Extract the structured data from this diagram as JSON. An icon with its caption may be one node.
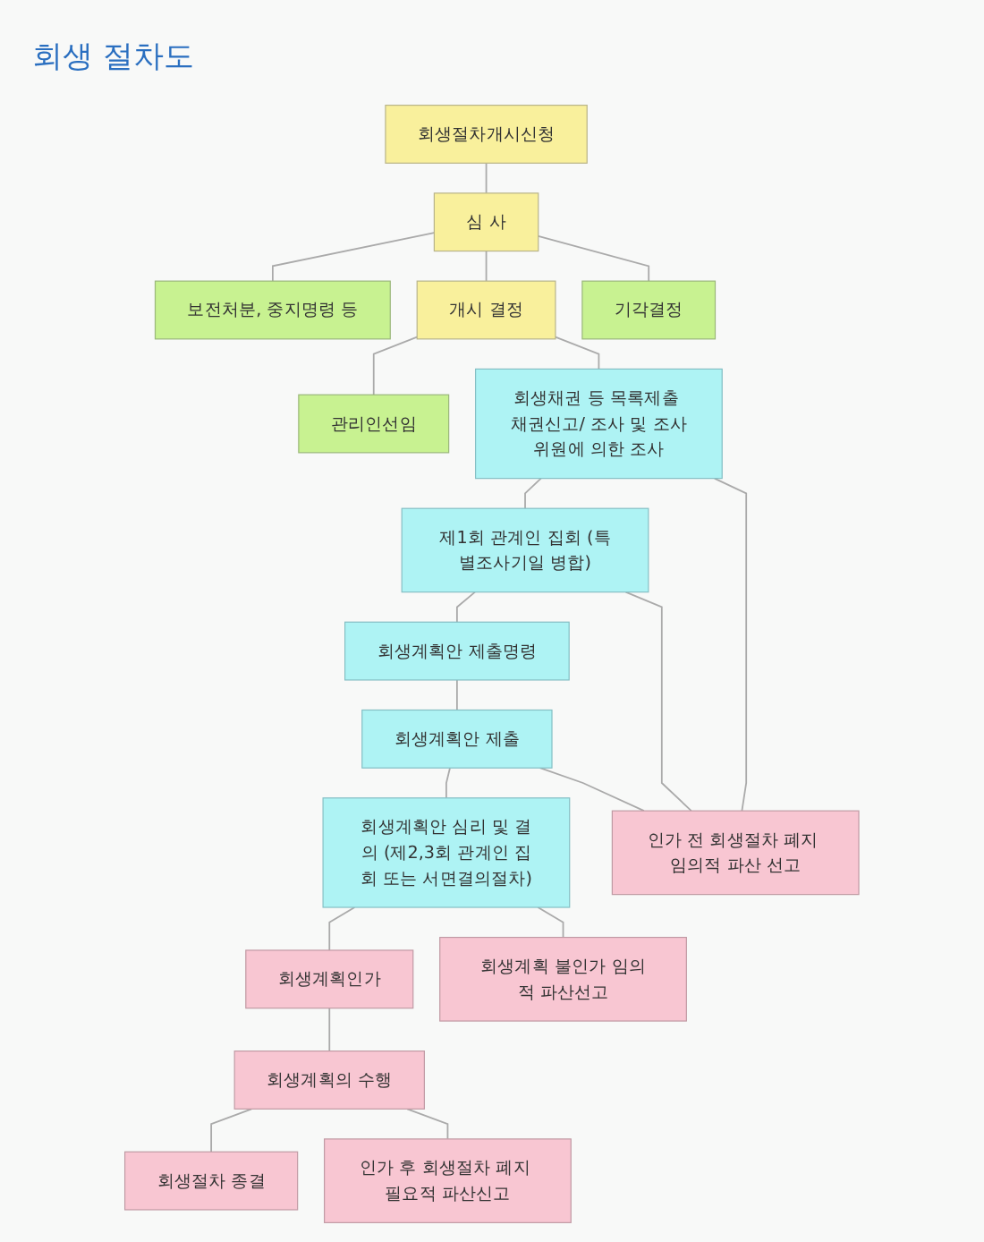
{
  "diagram": {
    "title": "회생 절차도",
    "nodes": [
      {
        "text": [
          "회생절차개시신청"
        ]
      },
      {
        "text": [
          "심 사"
        ]
      },
      {
        "text": [
          "보전처분, 중지명령 등"
        ]
      },
      {
        "text": [
          "관리인선임"
        ]
      },
      {
        "text": [
          "개시 결정"
        ]
      },
      {
        "text": [
          "기각결정"
        ]
      },
      {
        "text": [
          "회생채권 등 목록제출 채권신고/ 조사 및 조사위원에 의한 조사"
        ]
      },
      {
        "text": [
          "제1회 관계인 집회 (특별조사기일 병합)"
        ]
      },
      {
        "text": [
          "회생계획안 제출명령"
        ]
      },
      {
        "text": [
          "회생계획안 제출"
        ]
      },
      {
        "text": [
          "회생계획안 심리 및 결의 (제2,3회 관계인 집회 또는 서면결의절차)"
        ]
      },
      {
        "text": [
          "회생계획인가"
        ]
      },
      {
        "text": [
          "회생계획 불인가 임의적 파산선고"
        ]
      },
      {
        "text": [
          "회생계획의 수행"
        ]
      },
      {
        "text": [
          "회생절차 종결"
        ]
      },
      {
        "text": [
          "인가 후 회생절차 폐지 필요적 파산신고"
        ]
      },
      {
        "text": [
          "인가 전 회생절차 폐지 임의적 파산 선고"
        ]
      }
    ],
    "edges": [
      {
        "from": 0,
        "to": 1,
        "arrow": "none"
      },
      {
        "from": 1,
        "to": 2,
        "arrow": "none"
      },
      {
        "from": 1,
        "to": 4,
        "arrow": "none"
      },
      {
        "from": 1,
        "to": 5,
        "arrow": "none"
      },
      {
        "from": 4,
        "to": 3,
        "arrow": "none"
      },
      {
        "from": 4,
        "to": 6,
        "arrow": "none"
      },
      {
        "from": 6,
        "to": 7,
        "arrow": "none"
      },
      {
        "from": 7,
        "to": 8,
        "arrow": "none"
      },
      {
        "from": 8,
        "to": 9,
        "arrow": "none"
      },
      {
        "from": 9,
        "to": 10,
        "arrow": "none"
      },
      {
        "from": 10,
        "to": 11,
        "arrow": "none"
      },
      {
        "from": 10,
        "to": 12,
        "arrow": "none"
      },
      {
        "from": 11,
        "to": 13,
        "arrow": "none"
      },
      {
        "from": 13,
        "to": 14,
        "arrow": "none"
      },
      {
        "from": 13,
        "to": 15,
        "arrow": "none"
      },
      {
        "from": 6,
        "to": 16,
        "arrow": "none"
      },
      {
        "from": 7,
        "to": 16,
        "arrow": "none"
      },
      {
        "from": 9,
        "to": 16,
        "arrow": "none"
      }
    ]
  }
}
